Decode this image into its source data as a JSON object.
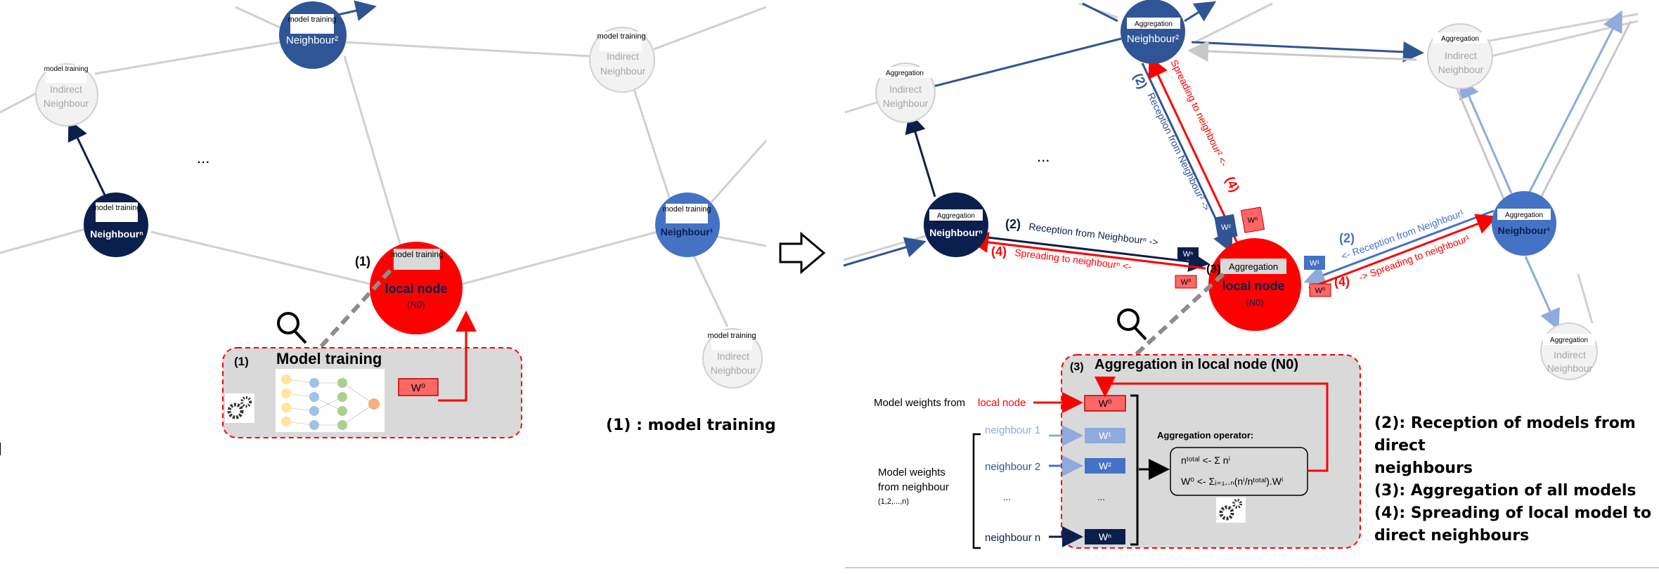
{
  "left": {
    "node_labels": {
      "model_training": "model training",
      "neighbour2": "Neighbour²",
      "neighbourN": "Neighbourⁿ",
      "neighbour1": "Neighbour¹",
      "indirect": "Indirect",
      "neighbour": "Neighbour",
      "local_node": "local node",
      "local_node_id": "(N0)"
    },
    "ellipsis": "...",
    "step_marker": "(1)",
    "panel": {
      "marker": "(1)",
      "title": "Model training",
      "weight": "W⁰"
    },
    "caption": "(1) : model training"
  },
  "right": {
    "aggregation": "Aggregation",
    "ellipsis": "...",
    "edge_labels": {
      "reception_n": "Reception from Neighbourⁿ ->",
      "spreading_n": "Spreading to neighbourⁿ <-",
      "reception_2": "Reception from Neighbour² ->",
      "spreading_2": "Spreading to neighbour² <-",
      "reception_1": "<- Reception from Neighbour¹",
      "spreading_1": "-> Spreading to neighbour¹",
      "step2": "(2)",
      "step4": "(4)",
      "step3": "(3)"
    },
    "weights": {
      "w0": "W⁰",
      "w1": "W¹",
      "w2": "W²",
      "wn": "Wⁿ"
    },
    "panel": {
      "title": "Aggregation  in local node (N0)",
      "model_weights_from": "Model weights from",
      "local_node": "local node",
      "model_weights_neighbour_1": "Model weights",
      "model_weights_neighbour_2": "from neighbour",
      "model_weights_neighbour_3": "(1,2,...,n)",
      "neighbour1": "neighbour 1",
      "neighbour2": "neighbour 2",
      "neighbourN": "neighbour n",
      "dots": "...",
      "operator_title": "Aggregation operator:",
      "formula1": "nᵗᵒᵗᵃˡ <- Σ nⁱ",
      "formula2": "W⁰ <- Σᵢ₌₁..ₙ(nⁱ/nᵗᵒᵗᵃˡ).Wⁱ"
    },
    "legend": [
      "(2): Reception of models from direct",
      "neighbours",
      "(3): Aggregation of all models",
      "(4): Spreading of local model to",
      "direct neighbours"
    ]
  },
  "colors": {
    "red": "#ff0000",
    "dark_navy": "#0b1f4d",
    "mid_blue": "#2f5597",
    "light_blue": "#4472c4",
    "grey_node": "#f2f2f2",
    "panel_bg": "#d9d9d9"
  }
}
